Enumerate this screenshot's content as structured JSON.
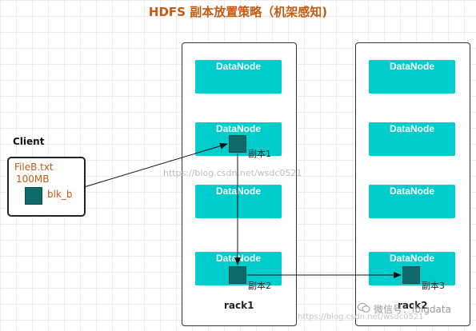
{
  "title": "HDFS 副本放置策略（机架感知)",
  "client": {
    "label": "Client",
    "file_name": "FileB.txt",
    "file_size": "100MB",
    "block_label": "blk_b"
  },
  "racks": [
    {
      "label": "rack1"
    },
    {
      "label": "rack2"
    }
  ],
  "datanode_label": "DataNode",
  "replicas": [
    "副本1",
    "副本2",
    "副本3"
  ],
  "watermark": "https://blog.csdn.net/wsdc0521",
  "watermark2": "https://blog.csdn.net/wsdc0521",
  "wechat": "微信号：lbigdata",
  "colors": {
    "title": "#c55a11",
    "datanode": "#00cccc",
    "block": "#0e6a6a"
  }
}
